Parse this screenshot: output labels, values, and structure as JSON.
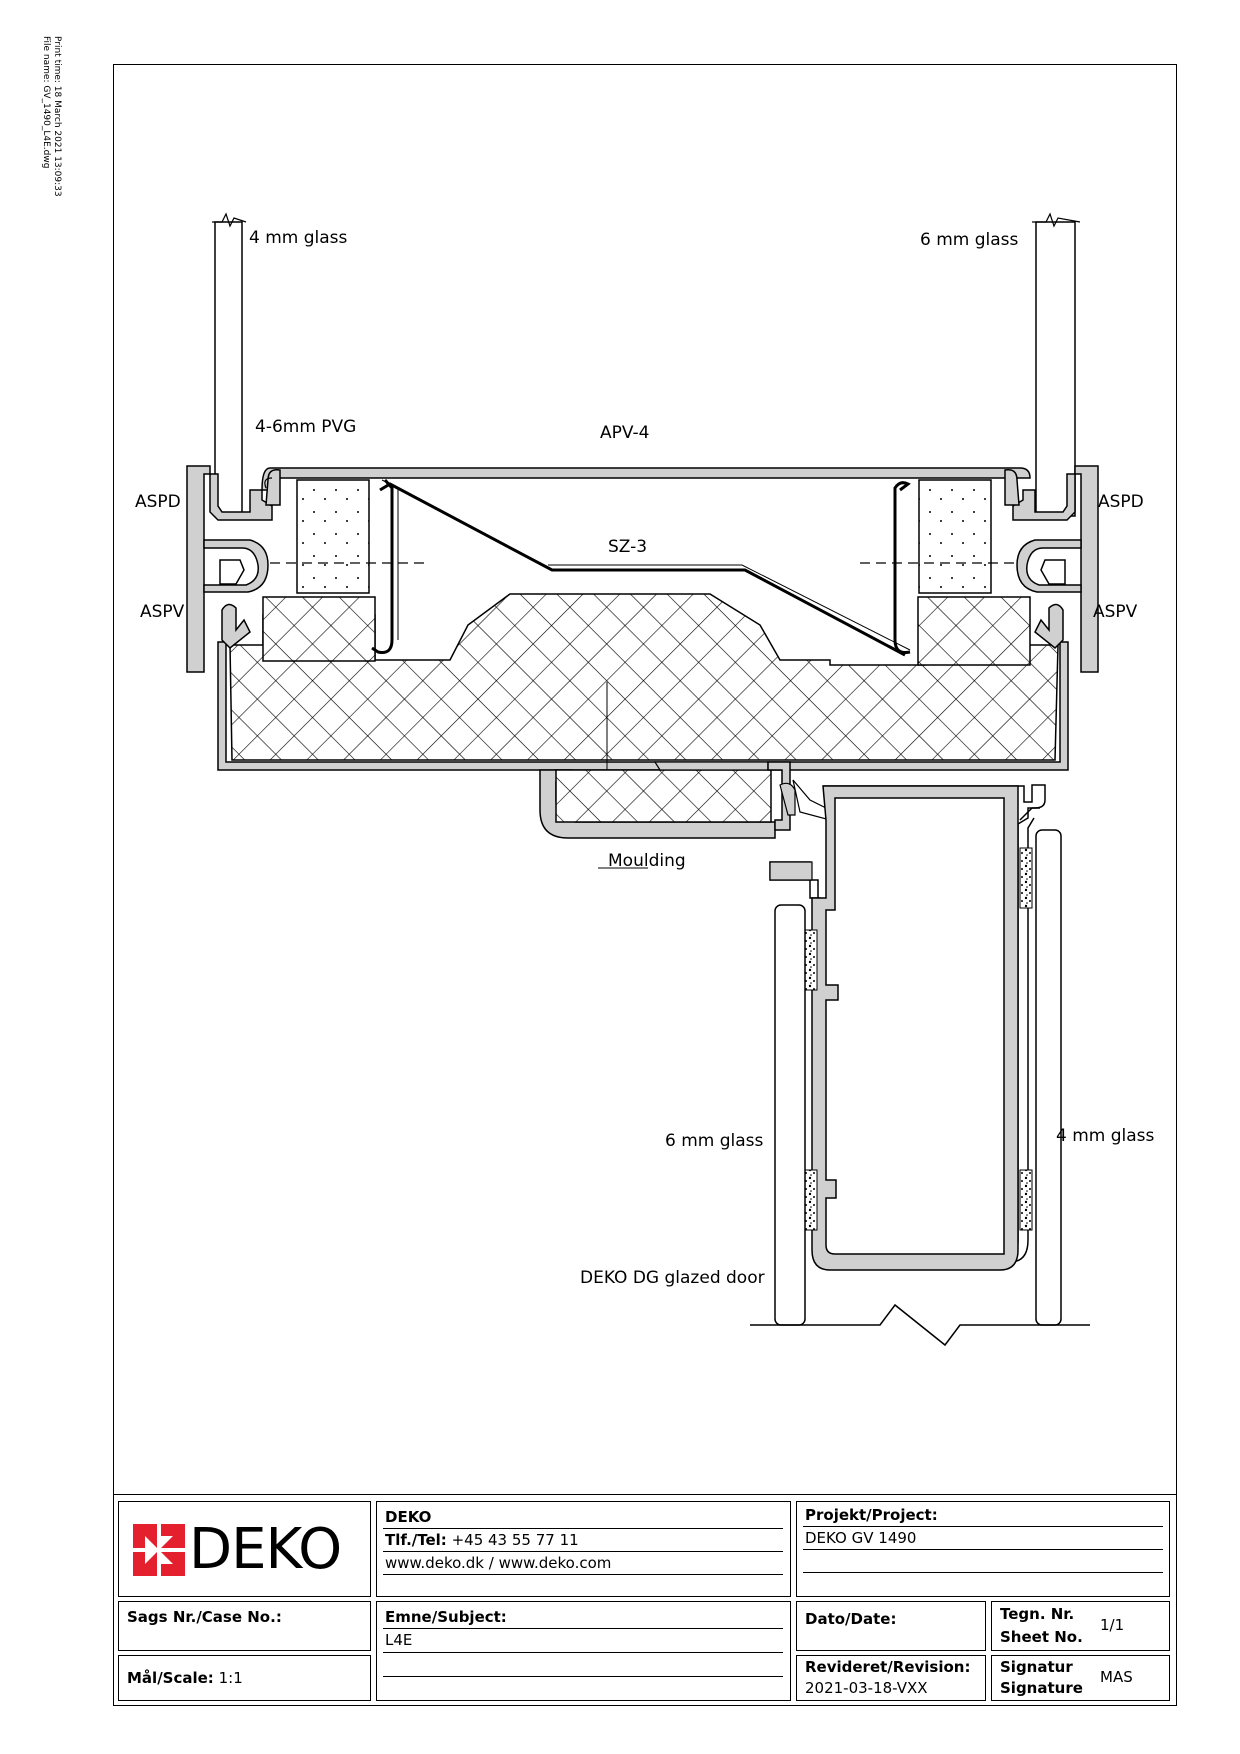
{
  "print_info": {
    "print_time": "Print time: 18 March 2021 13:09:33",
    "file_name": "File name: GV_1490_L4E.dwg"
  },
  "labels": {
    "glass_4mm_top": "4 mm glass",
    "glass_6mm_top": "6 mm glass",
    "pvg": "4-6mm PVG",
    "apv": "APV-4",
    "aspd_left": "ASPD",
    "aspd_right": "ASPD",
    "sz": "SZ-3",
    "aspv_left": "ASPV",
    "aspv_right": "ASPV",
    "moulding": "Moulding",
    "glass_6mm_door": "6 mm glass",
    "glass_4mm_door": "4 mm glass",
    "door": "DEKO DG glazed door"
  },
  "title_block": {
    "logo_text": "DEKO",
    "company": "DEKO",
    "tel_label": "Tlf./Tel:",
    "tel_value": "+45 43 55 77 11",
    "web": "www.deko.dk / www.deko.com",
    "project_label": "Projekt/Project:",
    "project_value": "DEKO GV 1490",
    "case_label": "Sags Nr./Case No.:",
    "subject_label": "Emne/Subject:",
    "subject_value": "L4E",
    "date_label": "Dato/Date:",
    "sheet_label_1": "Tegn. Nr.",
    "sheet_label_2": "Sheet No.",
    "sheet_value": "1/1",
    "scale_label": "Mål/Scale:",
    "scale_value": "1:1",
    "revision_label": "Revideret/Revision:",
    "revision_value": "2021-03-18-VXX",
    "signature_label_1": "Signatur",
    "signature_label_2": "Signature",
    "signature_value": "MAS"
  },
  "colors": {
    "profile_fill": "#d0d0d0",
    "line": "#000000",
    "logo_red": "#e5202e"
  }
}
